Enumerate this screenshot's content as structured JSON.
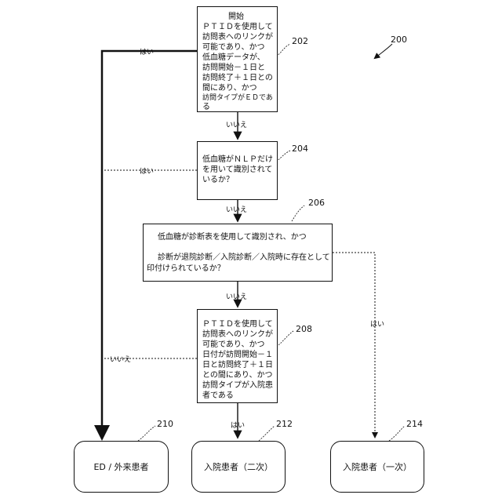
{
  "figure_ref": "200",
  "boxes": {
    "b202": {
      "ref": "202",
      "lines": [
        "開始",
        "ＰＴＩＤを使用して",
        "訪問表へのリンクが",
        "可能であり、かつ",
        "低血糖データが、",
        "訪問開始－１日と",
        "訪問終了＋１日との",
        "間にあり、かつ",
        "訪問タイプがＥＤであ",
        "る"
      ]
    },
    "b204": {
      "ref": "204",
      "lines": [
        "低血糖がＮＬＰだけ",
        "を用いて識別されて",
        "いるか？"
      ]
    },
    "b206": {
      "ref": "206",
      "lines": [
        "低血糖が診断表を使用して識別され、かつ",
        "",
        "診断が退院診断／入院診断／入院時に存在として",
        "印付けられているか？"
      ]
    },
    "b208": {
      "ref": "208",
      "lines": [
        "ＰＴＩＤを使用して",
        "訪問表へのリンクが",
        "可能であり、かつ",
        "日付が訪問開始－１",
        "日と訪問終了＋１日",
        "との間にあり、かつ",
        "訪問タイプが入院患",
        "者である"
      ]
    }
  },
  "terminals": {
    "t210": {
      "ref": "210",
      "label": "ED / 外来患者"
    },
    "t212": {
      "ref": "212",
      "label": "入院患者（二次）"
    },
    "t214": {
      "ref": "214",
      "label": "入院患者（一次）"
    }
  },
  "edge_labels": {
    "yes_202": "はい",
    "yes_204": "はい",
    "yes_206": "はい",
    "yes_208": "はい",
    "no_202": "いいえ",
    "no_204": "いいえ",
    "no_206": "いいえ",
    "no_208": "いいえ"
  }
}
